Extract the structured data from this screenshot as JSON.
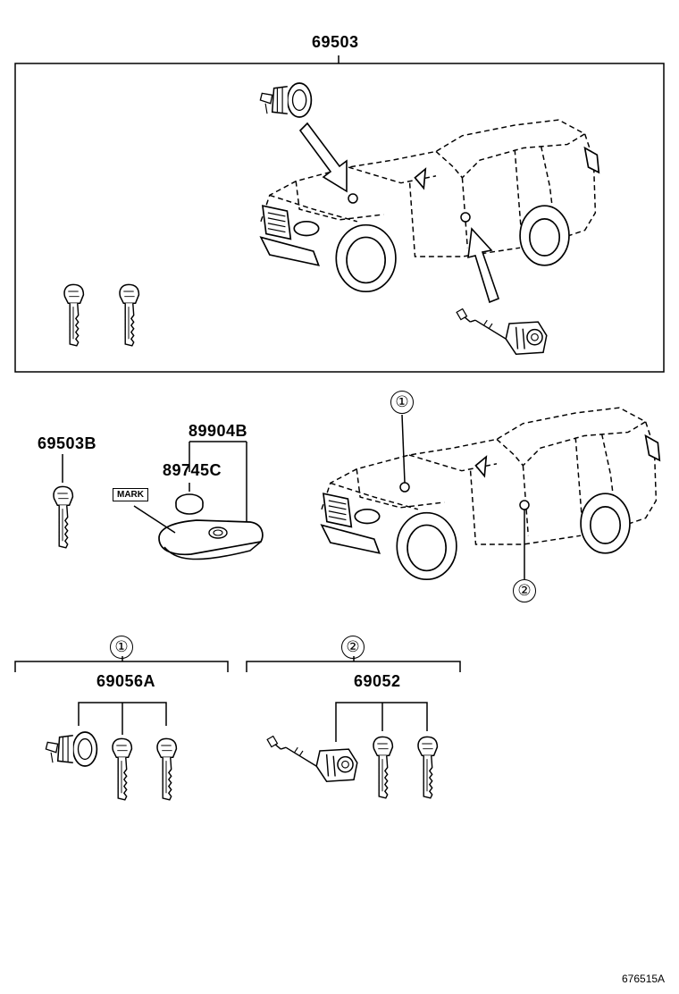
{
  "labels": {
    "kit_top": "69503",
    "key_blank": "69503B",
    "transmitter": "89904B",
    "battery": "89745C",
    "mark": "MARK",
    "set1_part": "69056A",
    "set2_part": "69052",
    "ref1": "①",
    "ref2": "②",
    "ref1_top": "①",
    "ref2_top": "②",
    "figure_code": "676515A"
  }
}
